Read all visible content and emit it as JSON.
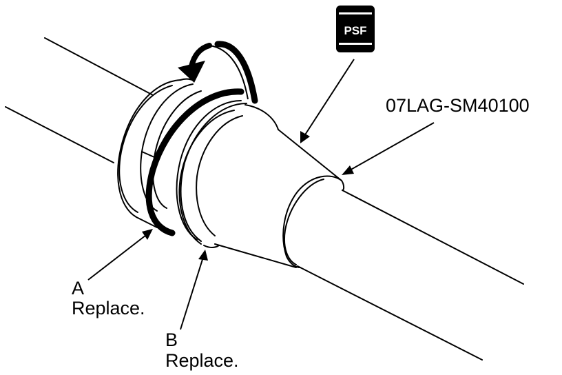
{
  "tool_label": "07LAG-SM40100",
  "psf_badge": "PSF",
  "callouts": {
    "a": {
      "letter": "A",
      "instruction": "Replace."
    },
    "b": {
      "letter": "B",
      "instruction": "Replace."
    }
  }
}
